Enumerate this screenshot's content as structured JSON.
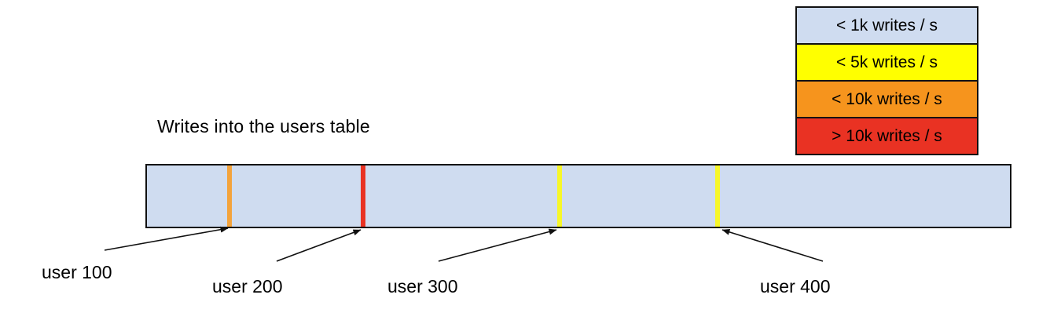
{
  "title": "Writes into the users table",
  "legend": {
    "items": [
      {
        "label": "< 1k writes / s",
        "color": "#cfdcf0"
      },
      {
        "label": "< 5k writes / s",
        "color": "#ffff00"
      },
      {
        "label": "< 10k writes / s",
        "color": "#f6941d"
      },
      {
        "label": "> 10k writes / s",
        "color": "#e93223"
      }
    ]
  },
  "bar": {
    "fill": "#cfdcf0",
    "border": "#111111",
    "markers": [
      {
        "user": "user 100",
        "rate": "< 10k writes / s",
        "color": "#f3a33c",
        "position_pct": 9.6
      },
      {
        "user": "user 200",
        "rate": "> 10k writes / s",
        "color": "#e93223",
        "position_pct": 25.0
      },
      {
        "user": "user 300",
        "rate": "< 5k writes / s",
        "color": "#f7f72a",
        "position_pct": 47.8
      },
      {
        "user": "user 400",
        "rate": "< 5k writes / s",
        "color": "#f7f72a",
        "position_pct": 66.1
      }
    ]
  }
}
